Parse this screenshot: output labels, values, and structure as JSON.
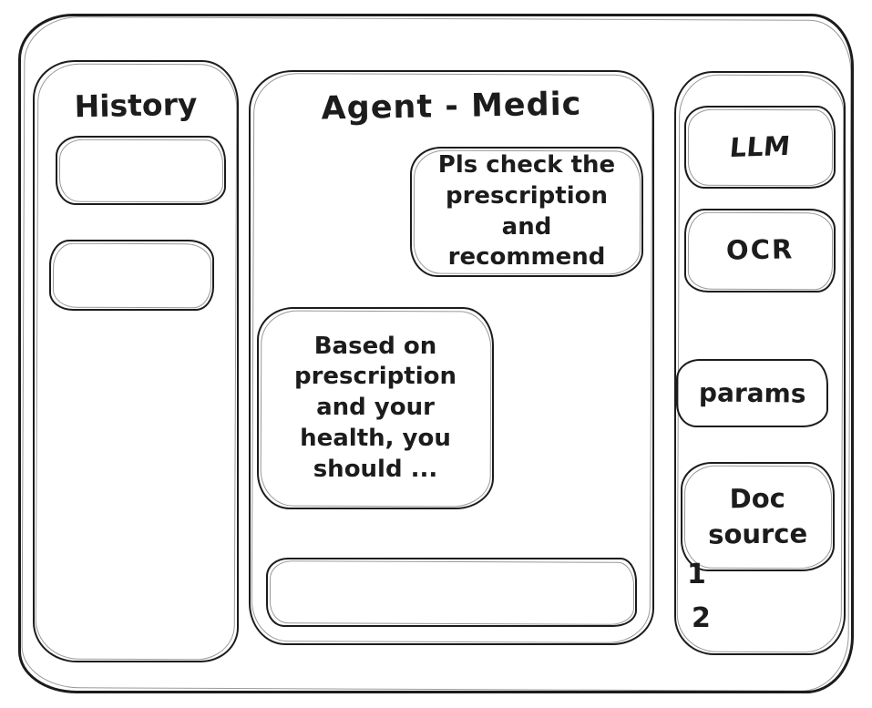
{
  "window": {
    "background": "#ffffff",
    "ink": "#1c1c1c"
  },
  "history_panel": {
    "title": "History",
    "items": [
      {
        "label": ""
      },
      {
        "label": ""
      }
    ]
  },
  "chat_panel": {
    "title": "Agent - Medic",
    "messages": [
      {
        "role": "user",
        "text": "Pls check the prescription and recommend"
      },
      {
        "role": "assistant",
        "text": "Based on prescription and your health, you should ..."
      }
    ],
    "input": {
      "value": "",
      "placeholder": ""
    }
  },
  "tools_panel": {
    "buttons": [
      {
        "label": "LLM"
      },
      {
        "label": "OCR"
      },
      {
        "label": "params"
      },
      {
        "label": "Doc source"
      }
    ],
    "doc_source_items": [
      {
        "label": "1"
      },
      {
        "label": "2"
      }
    ]
  }
}
